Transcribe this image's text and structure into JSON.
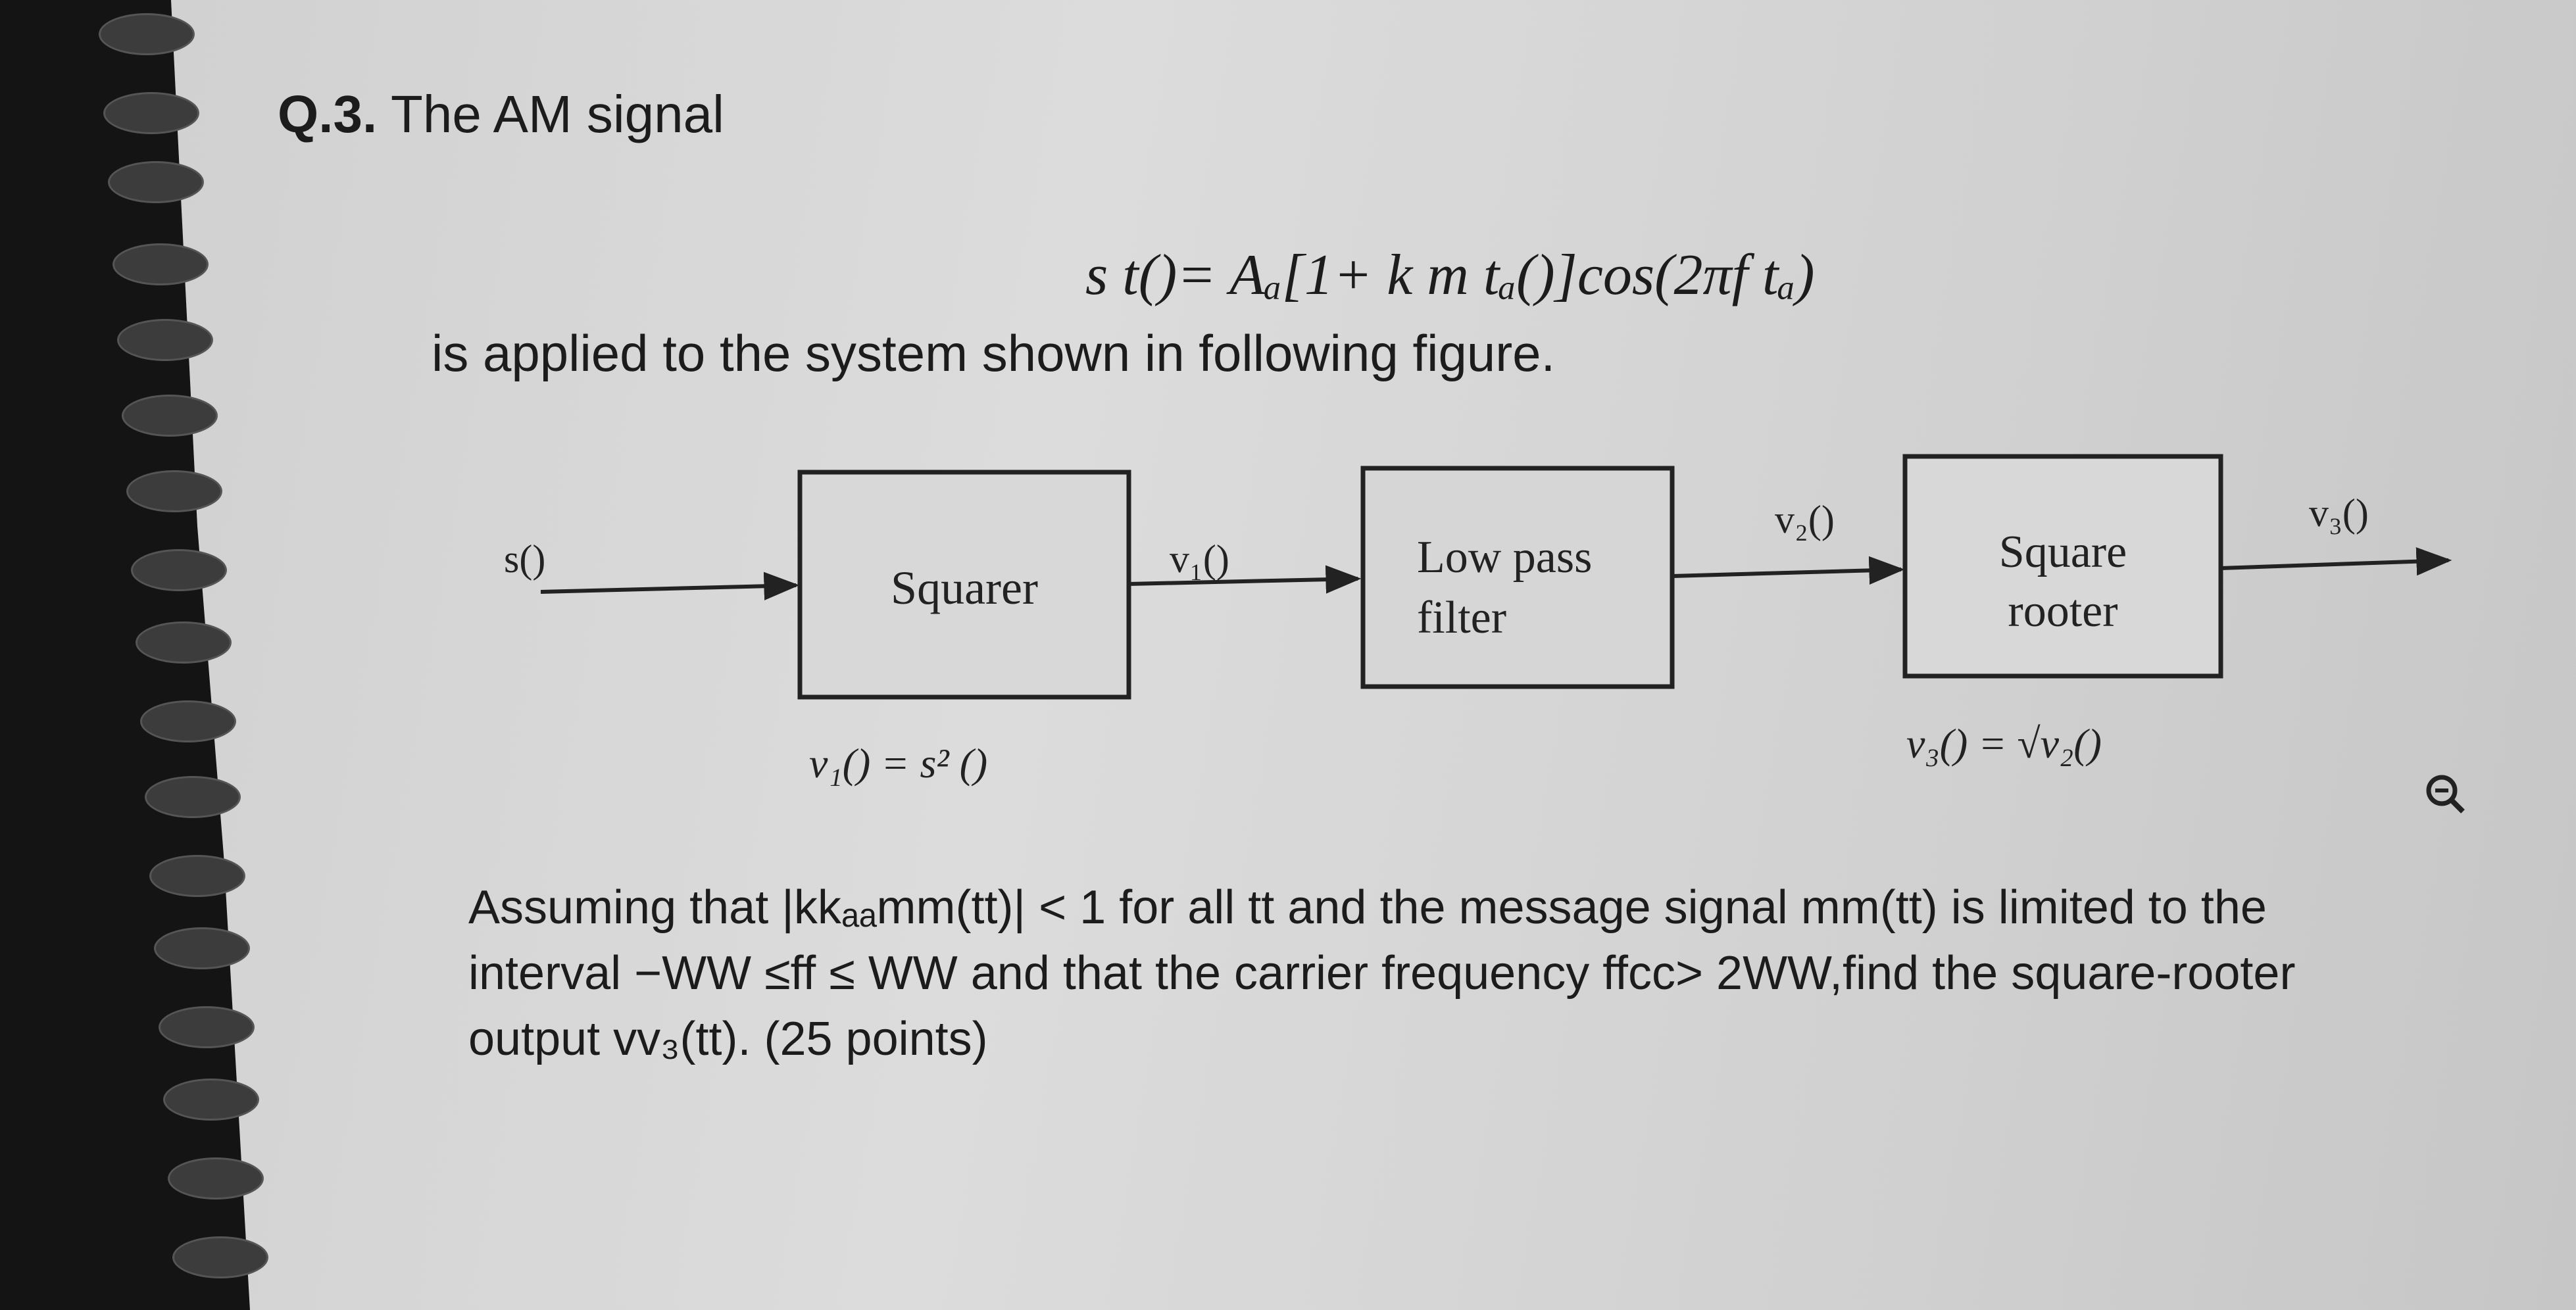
{
  "question": {
    "number": "Q.3.",
    "title": "The AM signal",
    "formula": "s t()= Aₐ[1+ k m tₐ()]cos(2πf tₐ)",
    "applied_text": "is applied to the system shown in following figure."
  },
  "diagram": {
    "input_label": "s()",
    "blocks": [
      {
        "lines": [
          "Squarer"
        ]
      },
      {
        "lines": [
          "Low pass",
          "filter"
        ]
      },
      {
        "lines": [
          "Square",
          "rooter"
        ]
      }
    ],
    "signal_labels": [
      "v₁()",
      "v₂()",
      "v₃()"
    ],
    "squarer_equation": "v₁() = s² ()",
    "rooter_equation": "v₃() = √v₂()"
  },
  "problem": {
    "line1": "Assuming that |kkₐₐmm(tt)| < 1 for all tt and the message signal mm(tt) is limited to the",
    "line2": "interval −WW ≤ff ≤ WW and that the carrier frequency ffcc> 2WW,find the square-rooter",
    "line3": "output vv₃(tt). (25 points)"
  },
  "icons": {
    "zoom": "zoom-out-icon"
  }
}
